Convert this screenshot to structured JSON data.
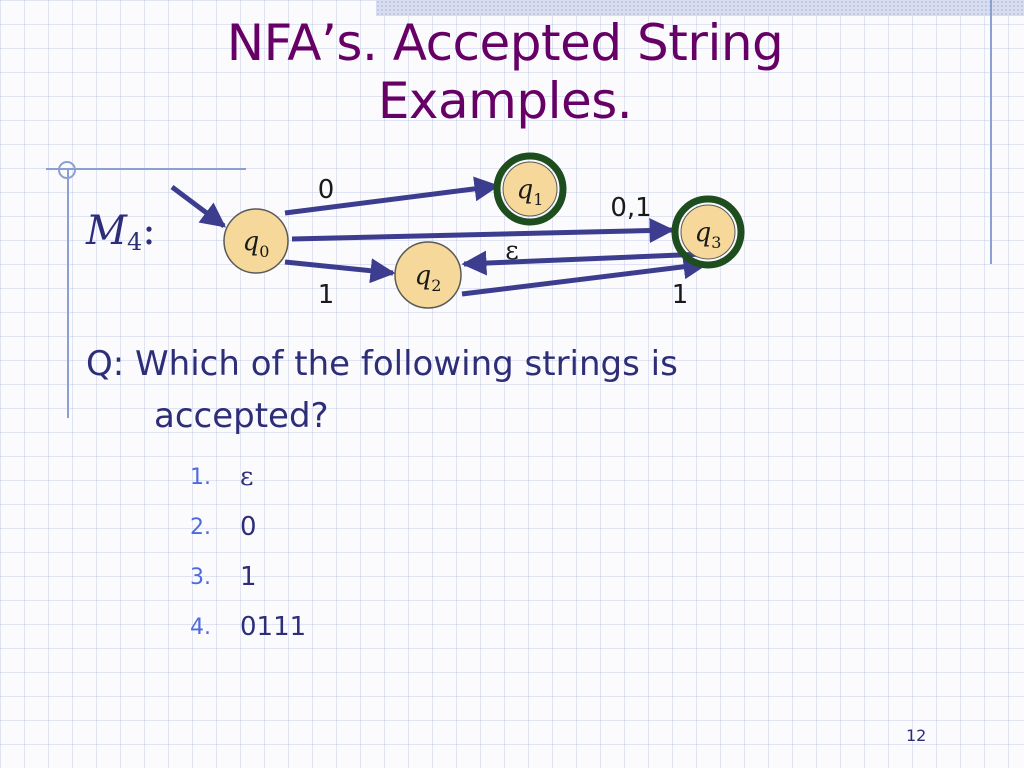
{
  "slide": {
    "title": "NFA’s.  Accepted String\nExamples.",
    "machine": {
      "name": "M",
      "subscript": "4",
      "suffix": ":"
    },
    "question": {
      "prefix": "Q:",
      "line1": "Which of the following strings is",
      "line2": "accepted?"
    },
    "options": [
      {
        "number": "1.",
        "value": "ε"
      },
      {
        "number": "2.",
        "value": "0"
      },
      {
        "number": "3.",
        "value": "1"
      },
      {
        "number": "4.",
        "value": "0111"
      }
    ],
    "page_number": "12"
  },
  "diagram": {
    "states": [
      {
        "id": "q0",
        "base": "q",
        "sub": "0",
        "accepting": false,
        "start": true
      },
      {
        "id": "q1",
        "base": "q",
        "sub": "1",
        "accepting": true,
        "start": false
      },
      {
        "id": "q2",
        "base": "q",
        "sub": "2",
        "accepting": false,
        "start": false
      },
      {
        "id": "q3",
        "base": "q",
        "sub": "3",
        "accepting": true,
        "start": false
      }
    ],
    "transitions": [
      {
        "from": "q0",
        "to": "q1",
        "label": "0"
      },
      {
        "from": "q0",
        "to": "q3",
        "label": "0,1"
      },
      {
        "from": "q0",
        "to": "q2",
        "label": "1"
      },
      {
        "from": "q3",
        "to": "q2",
        "label": "ε"
      },
      {
        "from": "q2",
        "to": "q3",
        "label": "1"
      }
    ],
    "colors": {
      "state_fill": "#f5d89a",
      "state_stroke": "#5a5a5a",
      "accept_ring": "#1e4d1e",
      "arrow": "#3d3d8f",
      "label_text": "#1a1a1a"
    }
  }
}
